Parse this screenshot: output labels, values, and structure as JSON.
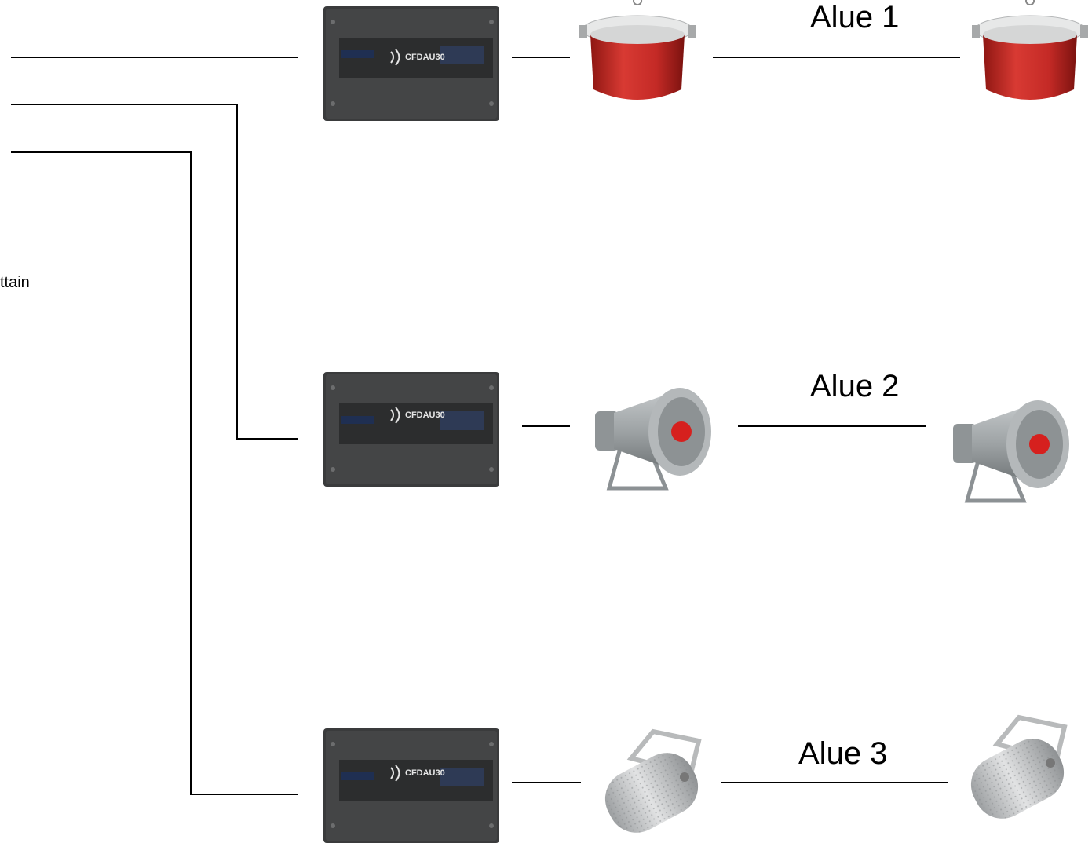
{
  "side_label": "ttain",
  "panel_model": "CFDAU30",
  "zones": [
    {
      "label": "Alue 1",
      "speaker_type": "ceiling-speaker"
    },
    {
      "label": "Alue 2",
      "speaker_type": "horn-speaker"
    },
    {
      "label": "Alue 3",
      "speaker_type": "cylinder-projector-speaker"
    }
  ],
  "colors": {
    "line": "#000000",
    "panel": "#3a3b3c",
    "panel_display": "#1f2f52",
    "ceiling_speaker_body": "#c42a26",
    "horn_body": "#9ea3a5",
    "horn_badge": "#d6201e",
    "cylinder_body": "#c9cbcc"
  }
}
